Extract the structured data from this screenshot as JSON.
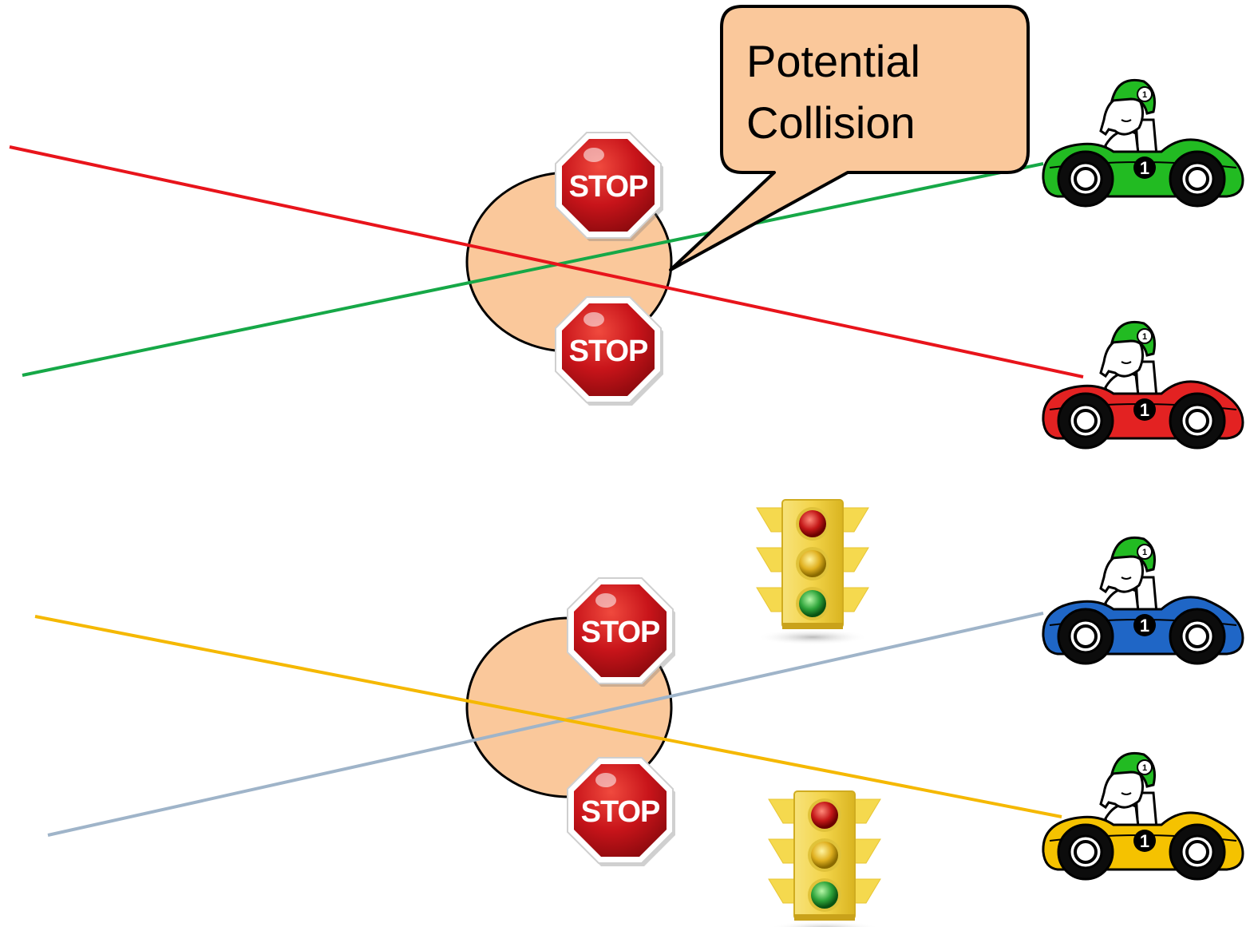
{
  "callout": {
    "line1": "Potential",
    "line2": "Collision"
  },
  "stop_sign_text": "STOP",
  "car_number": "1",
  "colors": {
    "path_red": "#e8141b",
    "path_green": "#16a847",
    "path_gold": "#f5b800",
    "path_steel": "#9fb4c9",
    "car_green": "#22bb22",
    "car_red": "#e32222",
    "car_blue": "#1f66c6",
    "car_gold": "#f5c200",
    "conflict_zone": "#fac89b",
    "callout_fill": "#fac89b",
    "stop_red": "#c8141a"
  },
  "scenarios": [
    {
      "name": "stop-signs-only",
      "cars": [
        "green",
        "red"
      ],
      "stop_signs": 2,
      "traffic_lights": 0,
      "shows_callout": true
    },
    {
      "name": "stop-signs-and-traffic-lights",
      "cars": [
        "blue",
        "gold"
      ],
      "stop_signs": 2,
      "traffic_lights": 2,
      "shows_callout": false
    }
  ]
}
